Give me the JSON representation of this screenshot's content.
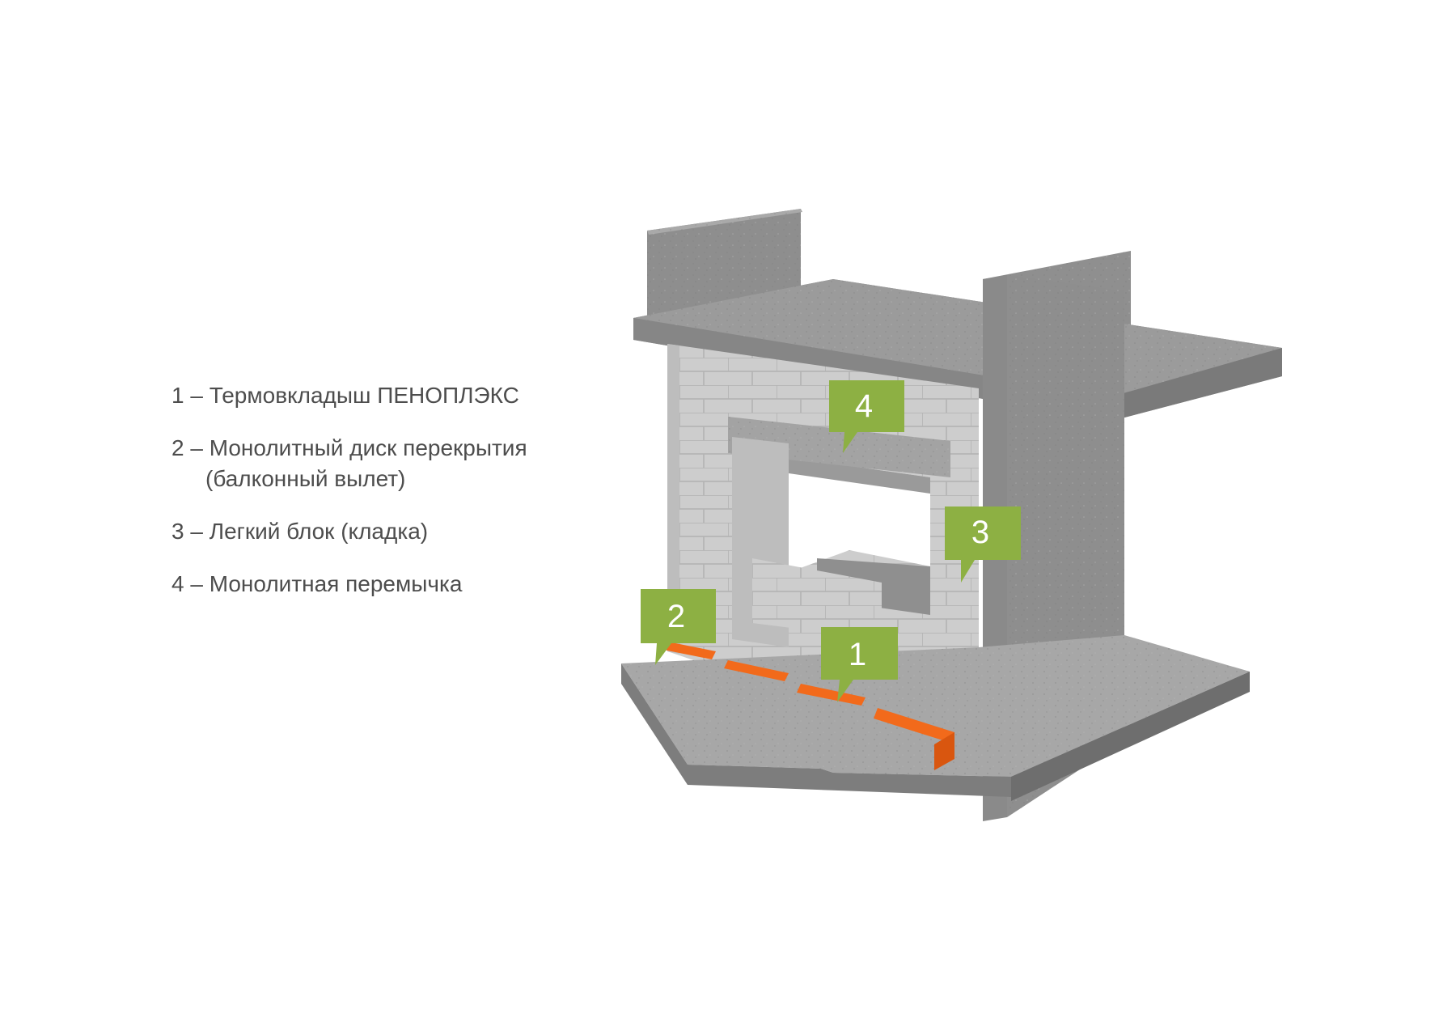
{
  "legend": {
    "items": [
      {
        "num": "1",
        "text": "1 – Термовкладыш ПЕНОПЛЭКС"
      },
      {
        "num": "2",
        "text": "2 – Монолитный диск перекрытия",
        "text2": "(балконный вылет)"
      },
      {
        "num": "3",
        "text": "3 – Легкий блок (кладка)"
      },
      {
        "num": "4",
        "text": "4 – Монолитная перемычка"
      }
    ]
  },
  "callouts": {
    "c1": "1",
    "c2": "2",
    "c3": "3",
    "c4": "4"
  },
  "colors": {
    "callout": "#8db043",
    "insulation": "#f26a1b",
    "concrete_top": "#9a9a9a",
    "concrete_front": "#8a8a8a",
    "blocks": "#c9c9c9"
  }
}
